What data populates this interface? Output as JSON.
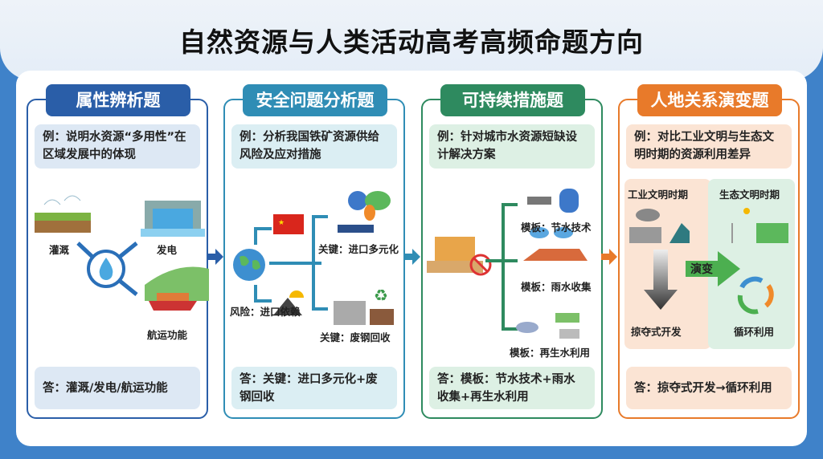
{
  "title": "自然资源与人类活动高考高频命题方向",
  "colors": {
    "blue": "#2a5ea8",
    "teal": "#2f8db5",
    "green": "#2e8a5f",
    "orange": "#e87a2a"
  },
  "panels": [
    {
      "tag": "属性辨析题",
      "example": "例：说明水资源“多用性”在区域发展中的体现",
      "labels": [
        "灌溉",
        "发电",
        "航运功能"
      ],
      "answer": "答：灌溉/发电/航运功能"
    },
    {
      "tag": "安全问题分析题",
      "example": "例：分析我国铁矿资源供给风险及应对措施",
      "labels": [
        "风险：进口依赖",
        "关键：进口多元化",
        "关键：废钢回收"
      ],
      "answer": "答：关键：进口多元化+废钢回收"
    },
    {
      "tag": "可持续措施题",
      "example": "例：针对城市水资源短缺设计解决方案",
      "labels": [
        "模板：节水技术",
        "模板：雨水收集",
        "模板：再生水利用"
      ],
      "answer": "答：模板：节水技术+雨水收集+再生水利用"
    },
    {
      "tag": "人地关系演变题",
      "example": "例：对比工业文明与生态文明时期的资源利用差异",
      "labels": [
        "工业文明时期",
        "生态文明时期",
        "演变",
        "掠夺式开发",
        "循环利用"
      ],
      "answer": "答：掠夺式开发→循环利用"
    }
  ]
}
